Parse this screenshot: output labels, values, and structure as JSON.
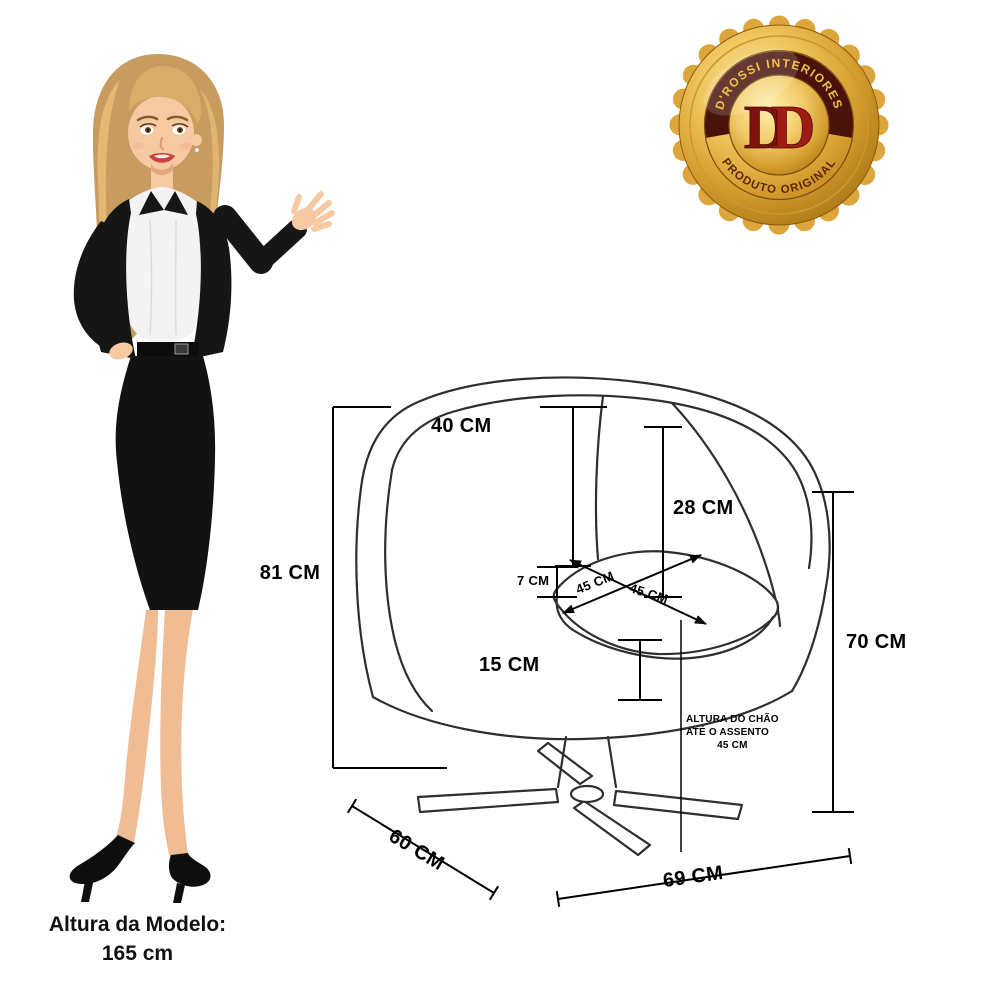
{
  "page": {
    "background": "#ffffff"
  },
  "badge": {
    "top_text": "D'ROSSI INTERIORES",
    "bottom_text": "PRODUTO ORIGINAL",
    "monogram_left": "D",
    "monogram_right": "D",
    "colors": {
      "gold_light": "#FBEAA6",
      "gold": "#E2A93C",
      "gold_deep": "#9C6B12",
      "maroon_ring": "#49120B",
      "monogram_red": "#8E1712"
    }
  },
  "model_caption": {
    "line1": "Altura da Modelo:",
    "line2": "165 cm"
  },
  "dimensions": {
    "back_height": "40 CM",
    "inner_back_height": "28 CM",
    "total_height_left": "81 CM",
    "cushion_thickness": "7 CM",
    "seat_width": "45 CM",
    "seat_depth": "45 CM",
    "under_seat_clearance": "15 CM",
    "total_height_right": "70 CM",
    "floor_note": {
      "line1": "ALTURA DO CHÃO",
      "line2": "ATÉ O ASSENTO",
      "line3": "45 CM"
    },
    "base_depth": "60 CM",
    "base_width": "69 CM"
  }
}
